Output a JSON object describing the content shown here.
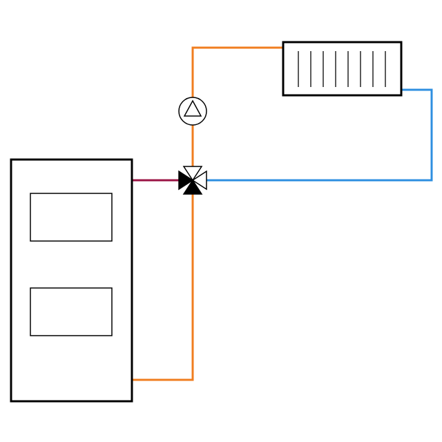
{
  "diagram": {
    "type": "heating-system-schematic",
    "components": {
      "boiler": {
        "icon": "boiler-icon",
        "panel_count": 2
      },
      "radiator": {
        "icon": "radiator-icon",
        "fin_count": 8
      },
      "pump": {
        "icon": "circulation-pump-icon"
      },
      "mixing_valve": {
        "icon": "three-way-mixing-valve-icon"
      }
    },
    "pipes": {
      "supply_hot": {
        "color": "#f07d1f"
      },
      "return_cold": {
        "color": "#2e8fe0"
      },
      "bypass": {
        "color": "#9b1444"
      }
    },
    "colors": {
      "outline": "#000000",
      "background": "#ffffff"
    }
  }
}
